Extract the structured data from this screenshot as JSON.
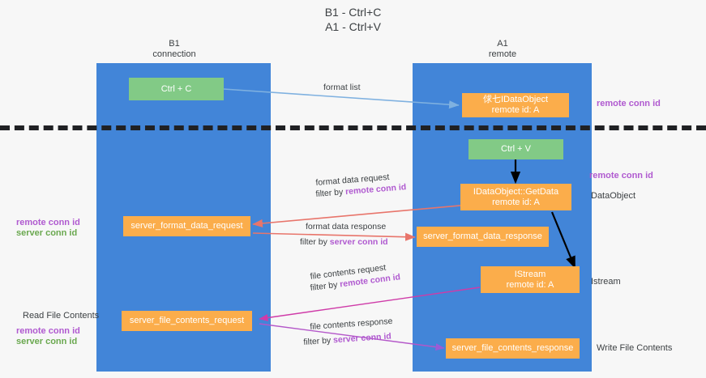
{
  "title": {
    "line1": "B1 - Ctrl+C",
    "line2": "A1 - Ctrl+V"
  },
  "columns": [
    {
      "name": "B1",
      "sub": "connection"
    },
    {
      "name": "A1",
      "sub": "remote"
    }
  ],
  "nodes": {
    "ctrl_c": {
      "line1": "Ctrl + C",
      "line2": ""
    },
    "idataobject": {
      "line1": "俅七IDataObject",
      "line2": "remote id: A"
    },
    "ctrl_v": {
      "line1": "Ctrl + V",
      "line2": ""
    },
    "getdata": {
      "line1": "IDataObject::GetData",
      "line2": "remote id: A"
    },
    "fmt_req": {
      "line1": "server_format_data_request",
      "line2": ""
    },
    "fmt_resp": {
      "line1": "server_format_data_response",
      "line2": ""
    },
    "istream": {
      "line1": "IStream",
      "line2": "remote id: A"
    },
    "file_req": {
      "line1": "server_file_contents_request",
      "line2": ""
    },
    "file_resp": {
      "line1": "server_file_contents_response",
      "line2": ""
    }
  },
  "edge_labels": {
    "format_list": "format list",
    "fmt_req_l1": "format data request",
    "fmt_req_l2_prefix": "filter by ",
    "fmt_req_l2_key": "remote conn id",
    "fmt_resp_l1": "format data response",
    "fmt_resp_l2_prefix": "filter by ",
    "fmt_resp_l2_key": "server conn id",
    "file_req_l1": "file contents request",
    "file_req_l2_prefix": "filter by ",
    "file_req_l2_key": "remote conn id",
    "file_resp_l1": "file contents response",
    "file_resp_l2_prefix": "filter by ",
    "file_resp_l2_key": "server conn id"
  },
  "annotations": {
    "right_remote_conn_id_top": "remote conn id",
    "right_remote_conn_id_mid": "remote conn id",
    "right_dataobject": "DataObject",
    "right_istream": "Istream",
    "right_write_file_contents": "Write File Contents",
    "left_remote_conn_id_mid": "remote conn id",
    "left_server_conn_id_mid": "server conn id",
    "left_read_file_contents": "Read File Contents",
    "left_remote_conn_id_bot": "remote conn id",
    "left_server_conn_id_bot": "server conn id"
  },
  "colors": {
    "lane": "#4285d8",
    "green_node": "#82ca86",
    "orange_node": "#fbad4b",
    "purple_text": "#b05ad0",
    "green_text": "#6aa84f",
    "dark_text": "#3c4043",
    "background": "#f7f7f7",
    "arrow_blue": "#7fb1e0",
    "arrow_red": "#e8756b",
    "arrow_magenta": "#cf3ba8",
    "arrow_violet": "#9b5bd6",
    "arrow_black": "#000000",
    "separator": "#202124"
  }
}
